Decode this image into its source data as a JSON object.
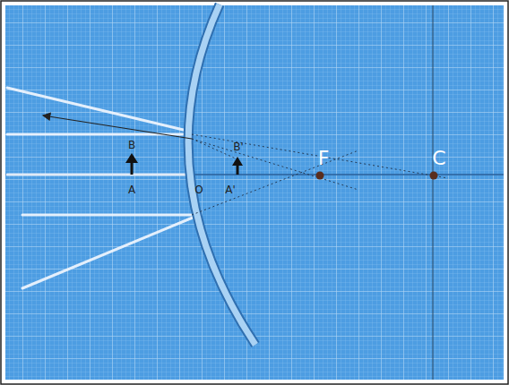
{
  "diagram": {
    "labels": [
      "B",
      "A",
      "O",
      "B'",
      "A'",
      "F",
      "C"
    ]
  }
}
